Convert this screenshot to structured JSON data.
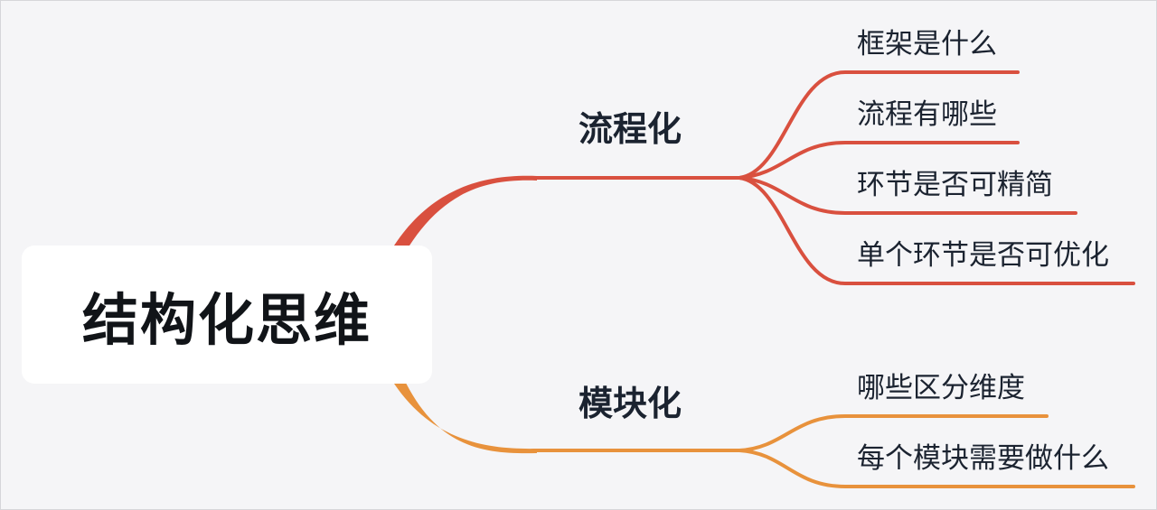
{
  "root": {
    "label": "结构化思维"
  },
  "branches": [
    {
      "label": "流程化",
      "color": "#d9503f",
      "children": [
        "框架是什么",
        "流程有哪些",
        "环节是否可精简",
        "单个环节是否可优化"
      ]
    },
    {
      "label": "模块化",
      "color": "#e8923c",
      "children": [
        "哪些区分维度",
        "每个模块需要做什么"
      ]
    }
  ]
}
